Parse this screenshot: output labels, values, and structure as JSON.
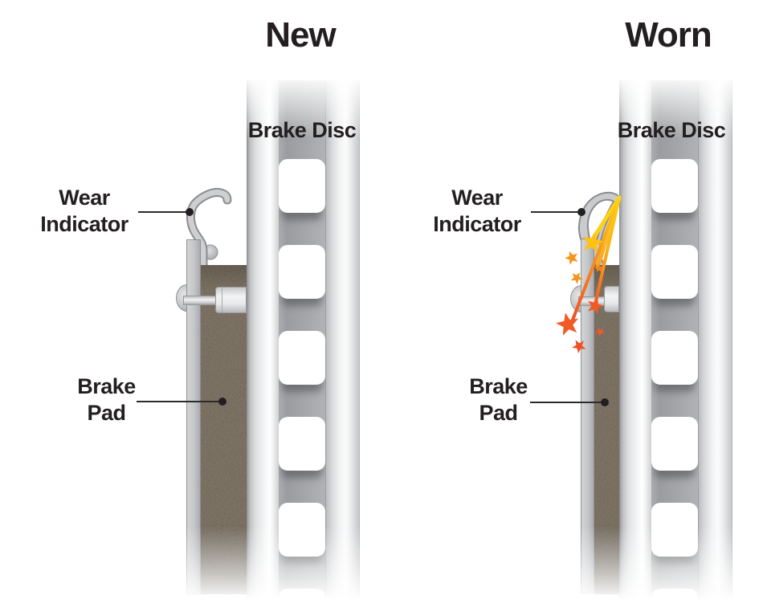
{
  "colors": {
    "text": "#231f20",
    "leader_line": "#2b2b2b",
    "metal_light": "#e8eaec",
    "metal_mid": "#b9bbbe",
    "metal_dark": "#8e9093",
    "disc_rib": "#9a9c9f",
    "pad_brown": "#84796a",
    "pad_brown_dark": "#5c5243",
    "spark_yellow": "#ffd215",
    "spark_orange": "#f7941d",
    "spark_red_orange": "#f15a24"
  },
  "panels": {
    "new": {
      "title": "New",
      "brake_disc_label": "Brake Disc",
      "wear_indicator_label_line1": "Wear",
      "wear_indicator_label_line2": "Indicator",
      "brake_pad_label_line1": "Brake",
      "brake_pad_label_line2": "Pad"
    },
    "worn": {
      "title": "Worn",
      "brake_disc_label": "Brake Disc",
      "wear_indicator_label_line1": "Wear",
      "wear_indicator_label_line2": "Indicator",
      "brake_pad_label_line1": "Brake",
      "brake_pad_label_line2": "Pad"
    }
  }
}
